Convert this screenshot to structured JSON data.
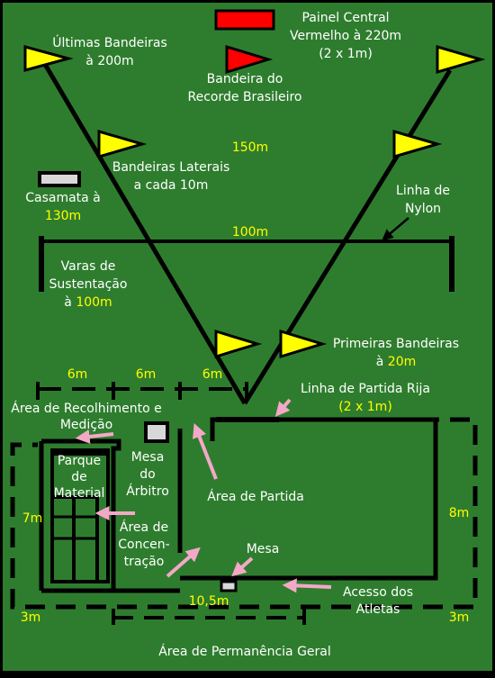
{
  "colors": {
    "field": "#2e7d2e",
    "border": "#000000",
    "flag_yellow": "#ffff00",
    "flag_red": "#ff0000",
    "arrow_pink": "#f4a8c8",
    "label_white": "#ffffff",
    "label_yellow": "#ffff00"
  },
  "labels": {
    "painel_1": "Painel Central",
    "painel_2": "Vermelho à 220m",
    "painel_3": "(2 x 1m)",
    "ultimas_1": "Últimas Bandeiras",
    "ultimas_2": "à 200m",
    "recorde_1": "Bandeira do",
    "recorde_2": "Recorde Brasileiro",
    "dist_150": "150m",
    "laterais_1": "Bandeiras Laterais",
    "laterais_2": "a cada 10m",
    "casamata_1": "Casamata à",
    "casamata_2": "130m",
    "nylon_1": "Linha de",
    "nylon_2": "Nylon",
    "dist_100": "100m",
    "varas_1": "Varas de",
    "varas_2": "Sustentação",
    "varas_3a": "à ",
    "varas_3b": "100m",
    "primeiras_1": "Primeiras Bandeiras",
    "primeiras_2a": "à ",
    "primeiras_2b": "20m",
    "seg_1": "6m",
    "seg_2": "6m",
    "seg_3": "6m",
    "partida_rija_1": "Linha de Partida Rija",
    "partida_rija_2": "(2 x 1m)",
    "recolhimento_1": "Área de Recolhimento e",
    "recolhimento_2": "Medição",
    "parque_1": "Parque",
    "parque_2": "de",
    "parque_3": "Material",
    "mesa_arbitro_1": "Mesa",
    "mesa_arbitro_2": "do",
    "mesa_arbitro_3": "Árbitro",
    "area_partida": "Área de Partida",
    "dim_7m": "7m",
    "concentracao_1": "Área de",
    "concentracao_2": "Concen-",
    "concentracao_3": "tração",
    "dim_8m": "8m",
    "mesa": "Mesa",
    "dim_10_5m": "10,5m",
    "acesso_1": "Acesso dos",
    "acesso_2": "Atletas",
    "dim_3m_left": "3m",
    "dim_3m_right": "3m",
    "permanencia": "Área de Permanência Geral"
  }
}
